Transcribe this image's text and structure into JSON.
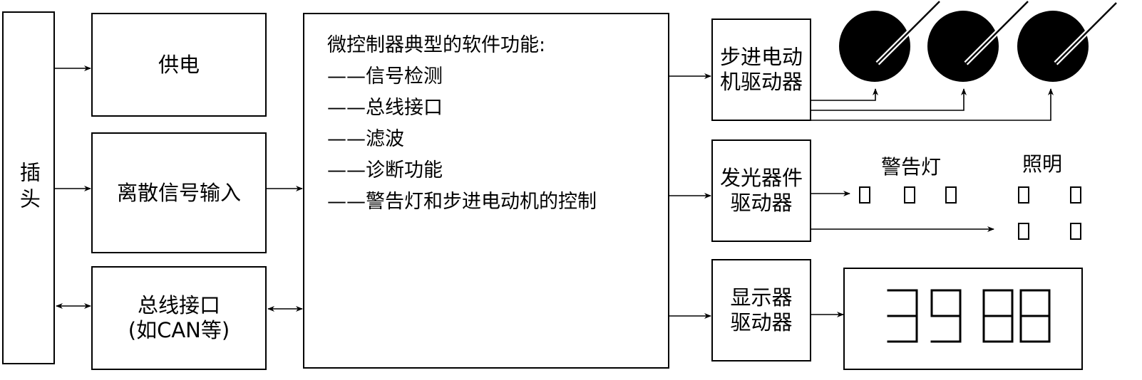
{
  "connector": {
    "label": "插头"
  },
  "power": {
    "label": "供电"
  },
  "discrete_input": {
    "label": "离散信号输入"
  },
  "bus_interface_box": {
    "line1": "总线接口",
    "line2": "(如CAN等)"
  },
  "mcu": {
    "title": "微控制器典型的软件功能:",
    "functions": [
      "——信号检测",
      "——总线接口",
      "——滤波",
      "——诊断功能",
      "——警告灯和步进电动机的控制"
    ]
  },
  "stepper_driver": {
    "line1": "步进电动",
    "line2": "机驱动器"
  },
  "led_driver": {
    "line1": "发光器件",
    "line2": "驱动器"
  },
  "display_driver": {
    "line1": "显示器",
    "line2": "驱动器"
  },
  "warning_lamps": {
    "label": "警告灯"
  },
  "illumination": {
    "label": "照明"
  },
  "display": {
    "digits": [
      "3",
      "9",
      "8",
      "8"
    ]
  }
}
